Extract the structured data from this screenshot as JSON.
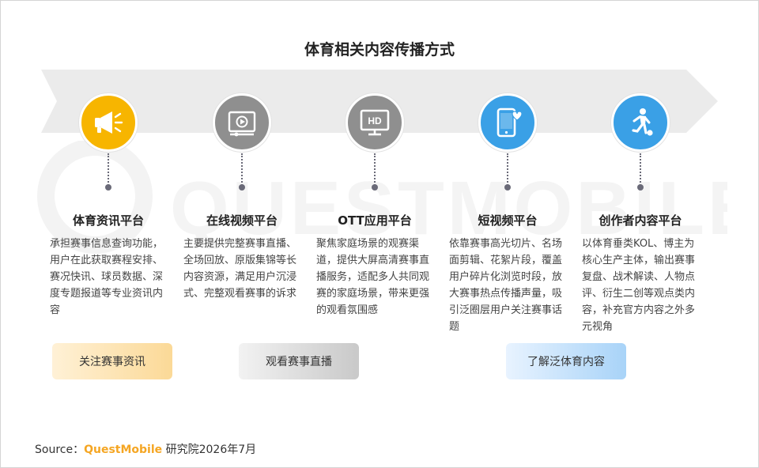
{
  "title": "体育相关内容传播方式",
  "colors": {
    "arrow": "#ebebeb",
    "yellow": "#f7b500",
    "gray": "#8f8f8f",
    "blue": "#3aa0e6",
    "dot": "#6a6a78",
    "brand": "#f5a623"
  },
  "watermark": "QUESTMOBILE",
  "platforms": [
    {
      "icon": "megaphone-icon",
      "color": "#f7b500",
      "title": "体育资讯平台",
      "desc": "承担赛事信息查询功能，用户在此获取赛程安排、赛况快讯、球员数据、深度专题报道等专业资讯内容"
    },
    {
      "icon": "video-player-icon",
      "color": "#8f8f8f",
      "title": "在线视频平台",
      "desc": "主要提供完整赛事直播、全场回放、原版集锦等长内容资源，满足用户沉浸式、完整观看赛事的诉求"
    },
    {
      "icon": "hd-tv-icon",
      "color": "#8f8f8f",
      "title": "OTT应用平台",
      "desc": "聚焦家庭场景的观赛渠道，提供大屏高清赛事直播服务，适配多人共同观赛的家庭场景，带来更强的观看氛围感"
    },
    {
      "icon": "phone-heart-icon",
      "color": "#3aa0e6",
      "title": "短视频平台",
      "desc": "依靠赛事高光切片、名场面剪辑、花絮片段，覆盖用户碎片化浏览时段，放大赛事热点传播声量，吸引泛圈层用户关注赛事话题"
    },
    {
      "icon": "soccer-player-icon",
      "color": "#3aa0e6",
      "title": "创作者内容平台",
      "desc": "以体育垂类KOL、博主为核心生产主体，输出赛事复盘、战术解读、人物点评、衍生二创等观点类内容，补充官方内容之外多元视角"
    }
  ],
  "pills": [
    "关注赛事资讯",
    "观看赛事直播",
    "了解泛体育内容"
  ],
  "source": {
    "prefix": "Source：",
    "brand": "QuestMobile",
    "suffix": " 研究院2026年7月"
  }
}
